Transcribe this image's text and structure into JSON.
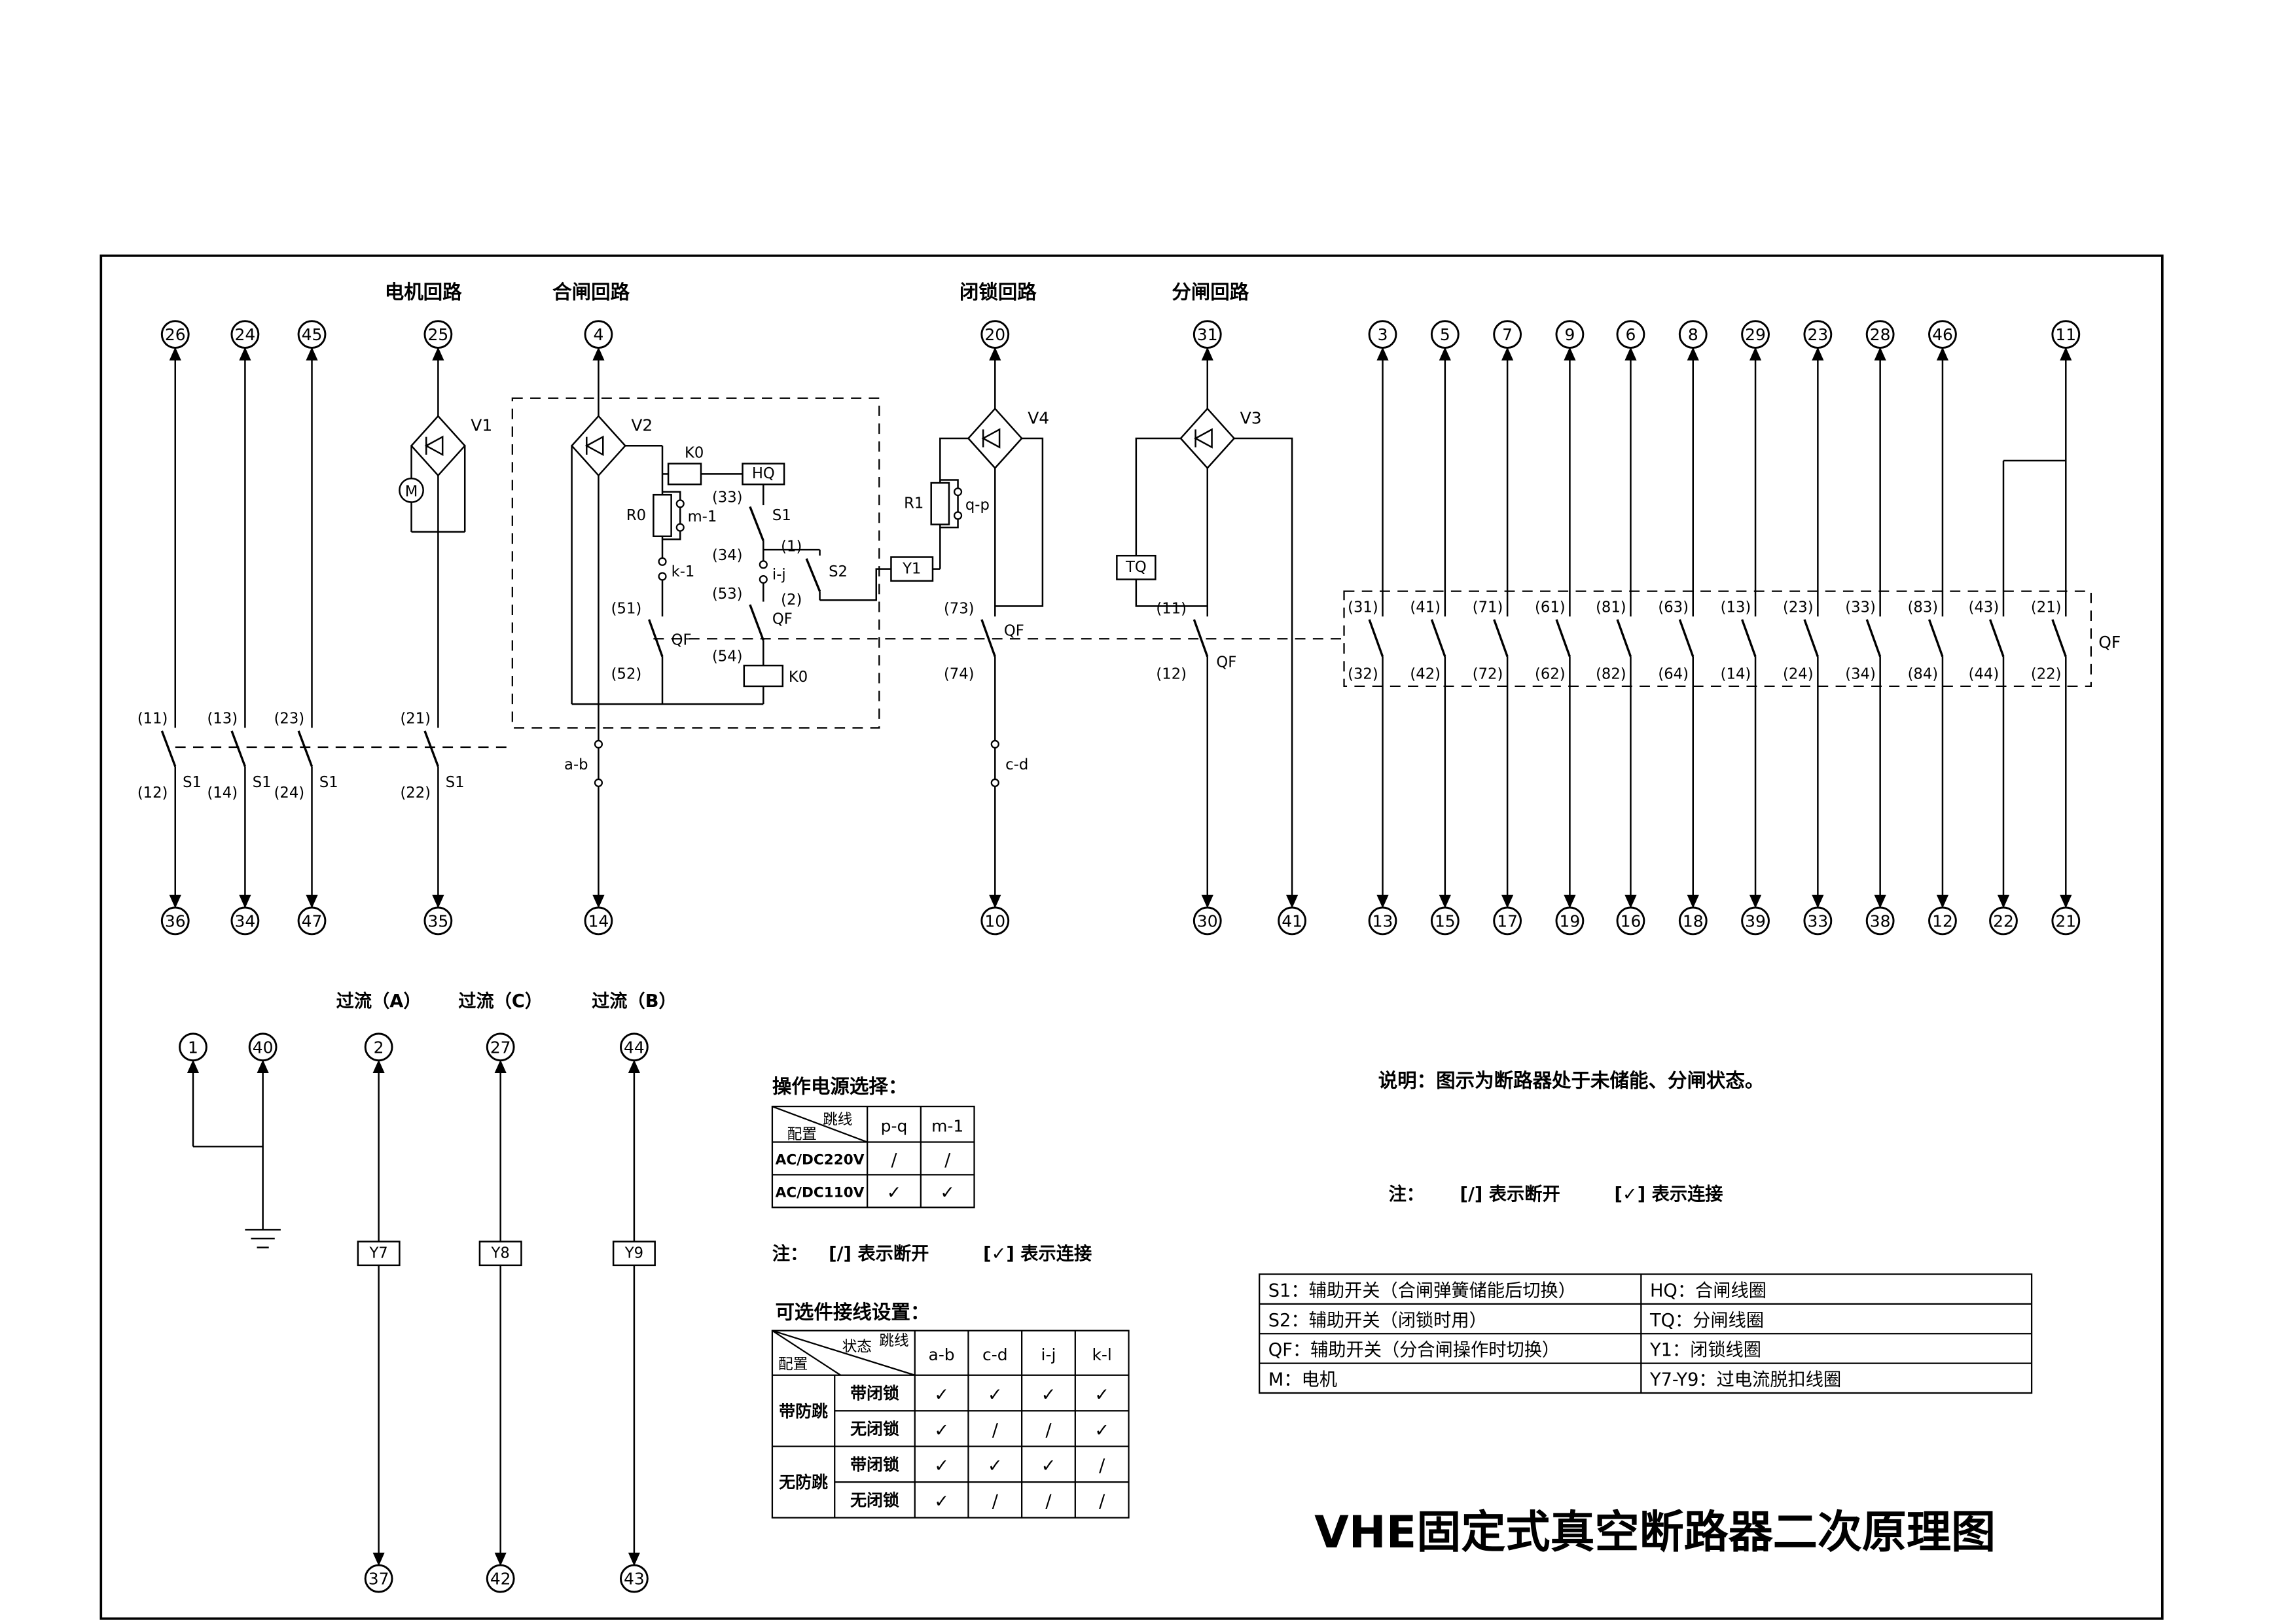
{
  "title": "VHE固定式真空断路器二次原理图",
  "sections": {
    "motor": "电机回路",
    "closing": "合闸回路",
    "locking": "闭锁回路",
    "opening": "分闸回路",
    "oc_a": "过流（A）",
    "oc_c": "过流（C）",
    "oc_b": "过流（B）"
  },
  "terminals": {
    "top": [
      "26",
      "24",
      "45",
      "25",
      "4",
      "20",
      "31",
      "3",
      "5",
      "7",
      "9",
      "6",
      "8",
      "29",
      "23",
      "28",
      "46",
      "11"
    ],
    "bottom": [
      "36",
      "34",
      "47",
      "35",
      "14",
      "10",
      "30",
      "41",
      "13",
      "15",
      "17",
      "19",
      "16",
      "18",
      "39",
      "33",
      "38",
      "12",
      "22",
      "21"
    ],
    "aux_top": [
      "1",
      "40",
      "2",
      "27",
      "44"
    ],
    "aux_bottom": [
      "37",
      "42",
      "43"
    ]
  },
  "components": {
    "v1": "V1",
    "v2": "V2",
    "v3": "V3",
    "v4": "V4",
    "m": "M",
    "k0": "K0",
    "hq": "HQ",
    "r0": "R0",
    "r1": "R1",
    "y1": "Y1",
    "tq": "TQ",
    "y7": "Y7",
    "y8": "Y8",
    "y9": "Y9",
    "s1": "S1",
    "s2": "S2",
    "qf": "QF"
  },
  "jumpers": {
    "ab": "a-b",
    "cd": "c-d",
    "ij": "i-j",
    "k1": "k-1",
    "m1": "m-1",
    "qp": "q-p"
  },
  "contacts": {
    "s1_left": [
      [
        "(11)",
        "(12)"
      ],
      [
        "(13)",
        "(14)"
      ],
      [
        "(23)",
        "(24)"
      ],
      [
        "(21)",
        "(22)"
      ]
    ],
    "closing_s1": [
      "(33)",
      "(34)"
    ],
    "closing_s2": [
      "(1)",
      "(2)"
    ],
    "closing_qf1": [
      "(51)",
      "(52)"
    ],
    "closing_qf2": [
      "(53)",
      "(54)"
    ],
    "locking_qf": [
      "(73)",
      "(74)"
    ],
    "opening_qf": [
      "(11)",
      "(12)"
    ],
    "bank": [
      [
        "(31)",
        "(32)"
      ],
      [
        "(41)",
        "(42)"
      ],
      [
        "(71)",
        "(72)"
      ],
      [
        "(61)",
        "(62)"
      ],
      [
        "(81)",
        "(82)"
      ],
      [
        "(63)",
        "(64)"
      ],
      [
        "(13)",
        "(14)"
      ],
      [
        "(23)",
        "(24)"
      ],
      [
        "(33)",
        "(34)"
      ],
      [
        "(83)",
        "(84)"
      ],
      [
        "(43)",
        "(44)"
      ],
      [
        "(21)",
        "(22)"
      ]
    ]
  },
  "power_table": {
    "title": "操作电源选择：",
    "corner_top": "跳线",
    "corner_bottom": "配置",
    "columns": [
      "p-q",
      "m-1"
    ],
    "rows": [
      {
        "label": "AC/DC220V",
        "cells": [
          "∕",
          "∕"
        ]
      },
      {
        "label": "AC/DC110V",
        "cells": [
          "✓",
          "✓"
        ]
      }
    ]
  },
  "options_table": {
    "title": "可选件接线设置：",
    "corner_state": "状态",
    "corner_jumper": "跳线",
    "corner_config": "配置",
    "columns": [
      "a-b",
      "c-d",
      "i-j",
      "k-l"
    ],
    "groups": [
      {
        "label": "带防跳",
        "rows": [
          {
            "label": "带闭锁",
            "cells": [
              "✓",
              "✓",
              "✓",
              "✓"
            ]
          },
          {
            "label": "无闭锁",
            "cells": [
              "✓",
              "∕",
              "∕",
              "✓"
            ]
          }
        ]
      },
      {
        "label": "无防跳",
        "rows": [
          {
            "label": "带闭锁",
            "cells": [
              "✓",
              "✓",
              "✓",
              "∕"
            ]
          },
          {
            "label": "无闭锁",
            "cells": [
              "✓",
              "∕",
              "∕",
              "∕"
            ]
          }
        ]
      }
    ]
  },
  "notes": {
    "description": "说明：图示为断路器处于未储能、分闸状态。",
    "prefix": "注：",
    "open_label": "[∕] 表示断开",
    "conn_label": "[✓] 表示连接"
  },
  "legend": {
    "rows": [
      [
        "S1：辅助开关（合闸弹簧储能后切换）",
        "HQ：合闸线圈"
      ],
      [
        "S2：辅助开关（闭锁时用）",
        "TQ：分闸线圈"
      ],
      [
        "QF：辅助开关（分合闸操作时切换）",
        "Y1：闭锁线圈"
      ],
      [
        "M：电机",
        "Y7-Y9：过电流脱扣线圈"
      ]
    ]
  }
}
